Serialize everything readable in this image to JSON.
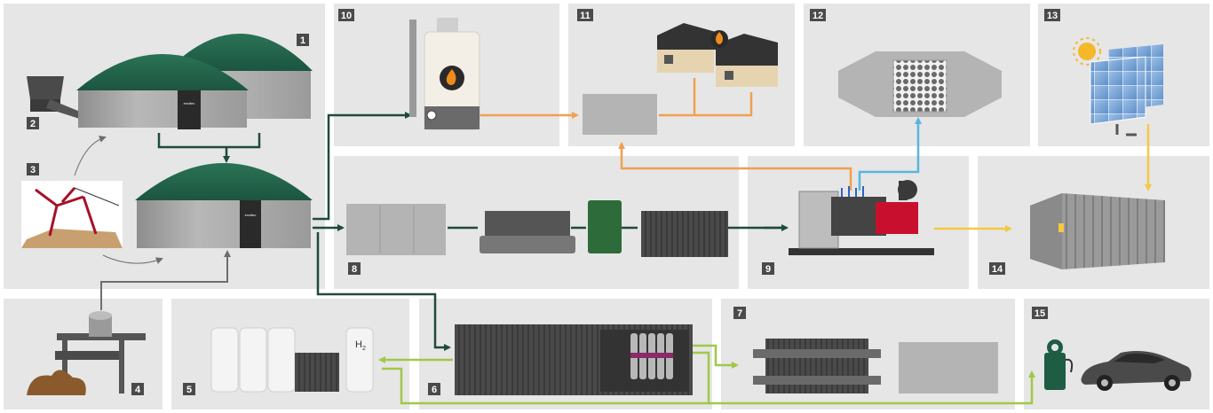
{
  "sections": [
    {
      "id": "1",
      "label": "1"
    },
    {
      "id": "2",
      "label": "2"
    },
    {
      "id": "3",
      "label": "3"
    },
    {
      "id": "4",
      "label": "4"
    },
    {
      "id": "5",
      "label": "5"
    },
    {
      "id": "6",
      "label": "6"
    },
    {
      "id": "7",
      "label": "7"
    },
    {
      "id": "8",
      "label": "8"
    },
    {
      "id": "9",
      "label": "9"
    },
    {
      "id": "10",
      "label": "10"
    },
    {
      "id": "11",
      "label": "11"
    },
    {
      "id": "12",
      "label": "12"
    },
    {
      "id": "13",
      "label": "13"
    },
    {
      "id": "14",
      "label": "14"
    },
    {
      "id": "15",
      "label": "15"
    }
  ],
  "hydrogen_tank_label": {
    "base": "H",
    "subscript": "2"
  },
  "digester_brand": "envitec",
  "colors": {
    "panel_bg": "#e6e6e6",
    "dome_green": "#1f5c44",
    "biogas_line": "#1f4a3d",
    "heat_line": "#f0a050",
    "exhaust_line": "#5ab4dc",
    "power_line": "#f5c842",
    "hydrogen_line": "#a0c84a",
    "substrate_line": "#6e6e6e",
    "badge": "#4a4a4a",
    "engine_red": "#c8102e"
  },
  "icons": [
    "flame-icon",
    "sun-icon",
    "solar-panel-icon",
    "charging-station-icon",
    "electric-car-icon",
    "houses-icon",
    "catalytic-converter-icon",
    "container-icon",
    "boiler-icon",
    "chp-engine-icon"
  ]
}
